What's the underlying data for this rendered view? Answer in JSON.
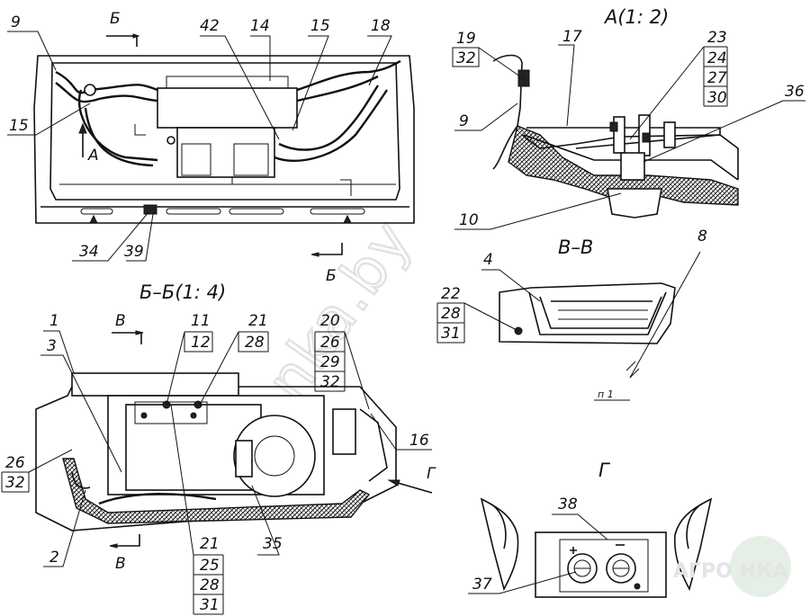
{
  "view_titles": {
    "detail_a": "А(1: 2)",
    "section_bb": "Б–Б(1: 4)",
    "section_vv": "В–В",
    "view_g": "Г"
  },
  "cut_marks": {
    "b_top": "Б",
    "b_bottom": "Б",
    "v_top": "В",
    "v_bottom": "В",
    "a_arrow": "А",
    "g_arrow": "Г"
  },
  "top_view_labels": [
    "9",
    "42",
    "14",
    "15",
    "18",
    "15",
    "34",
    "39"
  ],
  "detail_a_labels": {
    "top_stack": [
      "19",
      "32"
    ],
    "right_stack": [
      "23",
      "24",
      "27",
      "30"
    ],
    "singles": [
      "17",
      "9",
      "36",
      "10"
    ]
  },
  "section_vv_labels": {
    "stack": [
      "22",
      "28",
      "31"
    ],
    "singles": [
      "4",
      "8"
    ],
    "note": "п 1"
  },
  "section_bb_labels": {
    "stack_11": [
      "11",
      "12"
    ],
    "stack_21_top": [
      "21",
      "28"
    ],
    "stack_20": [
      "20",
      "26",
      "29",
      "32"
    ],
    "stack_26": [
      "26",
      "32"
    ],
    "stack_21_bottom": [
      "21",
      "25",
      "28",
      "31"
    ],
    "singles": [
      "1",
      "3",
      "16",
      "2",
      "35"
    ]
  },
  "view_g_labels": [
    "38",
    "37"
  ],
  "watermark": "nka.by",
  "logo": {
    "left": "АГРО",
    "right": "НКА",
    "accent": "#9bc39b"
  }
}
